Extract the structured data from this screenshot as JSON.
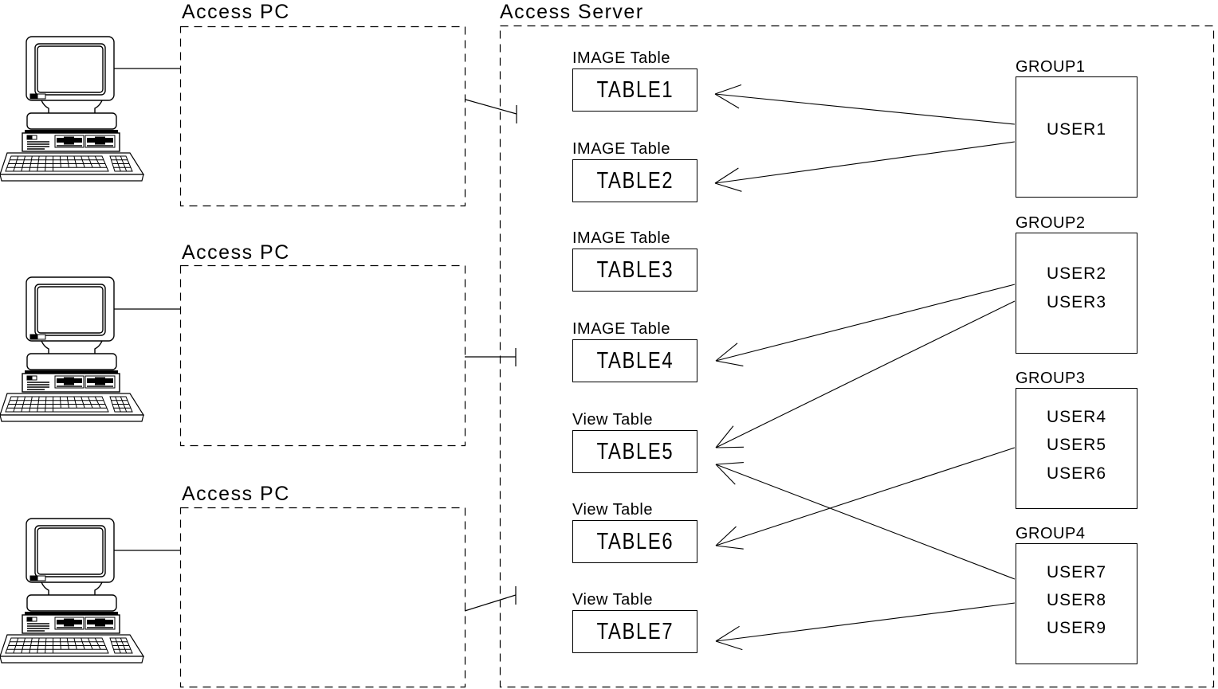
{
  "colors": {
    "line": "#000000",
    "background": "#ffffff"
  },
  "server": {
    "label": "Access Server"
  },
  "clients": [
    {
      "label": "Access PC"
    },
    {
      "label": "Access PC"
    },
    {
      "label": "Access PC"
    }
  ],
  "tables": [
    {
      "type": "IMAGE Table",
      "name": "TABLE1"
    },
    {
      "type": "IMAGE Table",
      "name": "TABLE2"
    },
    {
      "type": "IMAGE Table",
      "name": "TABLE3"
    },
    {
      "type": "IMAGE Table",
      "name": "TABLE4"
    },
    {
      "type": "View Table",
      "name": "TABLE5"
    },
    {
      "type": "View Table",
      "name": "TABLE6"
    },
    {
      "type": "View Table",
      "name": "TABLE7"
    }
  ],
  "groups": [
    {
      "label": "GROUP1",
      "users": [
        "USER1"
      ]
    },
    {
      "label": "GROUP2",
      "users": [
        "USER2",
        "USER3"
      ]
    },
    {
      "label": "GROUP3",
      "users": [
        "USER4",
        "USER5",
        "USER6"
      ]
    },
    {
      "label": "GROUP4",
      "users": [
        "USER7",
        "USER8",
        "USER9"
      ]
    }
  ],
  "edges": [
    {
      "from": "GROUP1",
      "to": "TABLE1"
    },
    {
      "from": "GROUP1",
      "to": "TABLE2"
    },
    {
      "from": "GROUP2",
      "to": "TABLE4"
    },
    {
      "from": "GROUP2",
      "to": "TABLE5"
    },
    {
      "from": "GROUP3",
      "to": "TABLE6"
    },
    {
      "from": "GROUP4",
      "to": "TABLE5"
    },
    {
      "from": "GROUP4",
      "to": "TABLE7"
    }
  ]
}
